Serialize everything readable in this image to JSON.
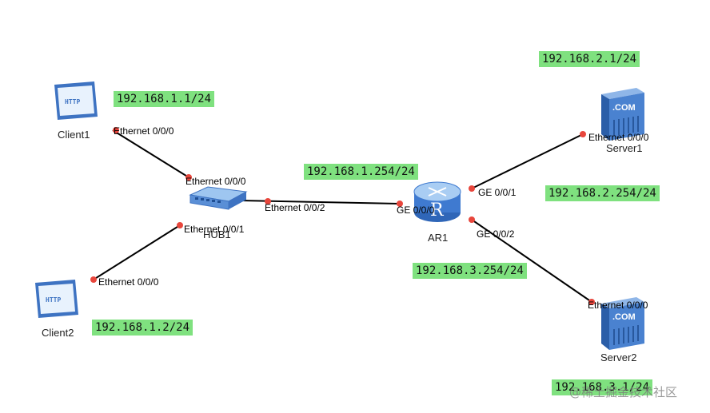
{
  "colors": {
    "ip_bg": "#7fe17f",
    "link": "#000000",
    "port_dot": "#e8463c"
  },
  "devices": {
    "client1": {
      "name": "Client1",
      "icon": "http-client-icon",
      "screen_text": "HTTP"
    },
    "client2": {
      "name": "Client2",
      "icon": "http-client-icon",
      "screen_text": "HTTP"
    },
    "hub1": {
      "name": "HUB1",
      "icon": "hub-icon"
    },
    "ar1": {
      "name": "AR1",
      "icon": "router-icon",
      "glyph": "R"
    },
    "server1": {
      "name": "Server1",
      "icon": "server-icon",
      "badge": ".COM"
    },
    "server2": {
      "name": "Server2",
      "icon": "server-icon",
      "badge": ".COM"
    }
  },
  "ip_labels": {
    "client1": "192.168.1.1/24",
    "client2": "192.168.1.2/24",
    "ar1_ge000": "192.168.1.254/24",
    "server1": "192.168.2.1/24",
    "ar1_ge001": "192.168.2.254/24",
    "ar1_ge002": "192.168.3.254/24",
    "server2": "192.168.3.1/24"
  },
  "ports": {
    "client1_e000": "Ethernet 0/0/0",
    "hub1_e000": "Ethernet 0/0/0",
    "hub1_e001": "Ethernet 0/0/1",
    "hub1_e002": "Ethernet 0/0/2",
    "client2_e000": "Ethernet 0/0/0",
    "ar1_ge000": "GE 0/0/0",
    "ar1_ge001": "GE 0/0/1",
    "ar1_ge002": "GE 0/0/2",
    "server1_e000": "Ethernet 0/0/0",
    "server2_e000": "Ethernet 0/0/0"
  },
  "links": [
    {
      "from": "client1",
      "to": "hub1"
    },
    {
      "from": "client2",
      "to": "hub1"
    },
    {
      "from": "hub1",
      "to": "ar1"
    },
    {
      "from": "ar1",
      "to": "server1"
    },
    {
      "from": "ar1",
      "to": "server2"
    }
  ],
  "watermark": "@稀土掘金技术社区"
}
